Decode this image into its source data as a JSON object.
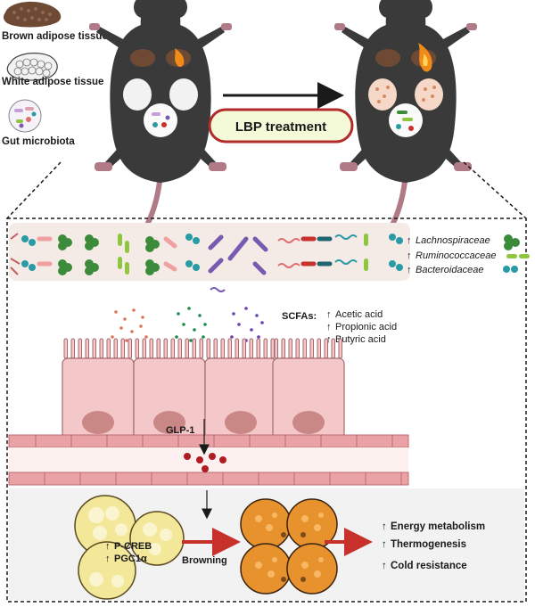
{
  "legend": {
    "brown_adipose": "Brown adipose tissue",
    "white_adipose": "White adipose tissue",
    "gut_microbiota": "Gut microbiota"
  },
  "treatment": {
    "label": "LBP treatment"
  },
  "bacteria": [
    {
      "arrow": "↑",
      "name": "Lachnospiraceae"
    },
    {
      "arrow": "↑",
      "name": "Ruminococcaceae"
    },
    {
      "arrow": "↑",
      "name": "Bacteroidaceae"
    }
  ],
  "scfas": {
    "title": "SCFAs:",
    "items": [
      {
        "arrow": "↑",
        "name": "Acetic acid"
      },
      {
        "arrow": "↑",
        "name": "Propionic acid"
      },
      {
        "arrow": "↑",
        "name": "Butyric acid"
      }
    ]
  },
  "glp1": "GLP-1",
  "signals": [
    {
      "arrow": "↑",
      "name": "P-CREB"
    },
    {
      "arrow": "↑",
      "name": "PGC1α"
    }
  ],
  "browning": "Browning",
  "outcomes": [
    {
      "arrow": "↑",
      "name": "Energy metabolism"
    },
    {
      "arrow": "↑",
      "name": "Thermogenesis"
    },
    {
      "arrow": "↑",
      "name": "Cold resistance"
    }
  ],
  "colors": {
    "mouse": "#3a3a3a",
    "tail": "#b07b86",
    "brown_fat": "#6e4a35",
    "white_fat": "#efefef",
    "cell": "#f4c7c9",
    "nucleus": "#c98886",
    "vessel": "#e9a2a6",
    "treatment_border": "#b22b2b",
    "treatment_fill": "#f4f9d8",
    "arrow_red": "#c8302c",
    "white_adipocyte": "#f3e79a",
    "beige_adipocyte": "#e7922d",
    "lachno": "#3b8b3a",
    "rumino": "#8fc640",
    "bactero": "#2a9aa4"
  }
}
